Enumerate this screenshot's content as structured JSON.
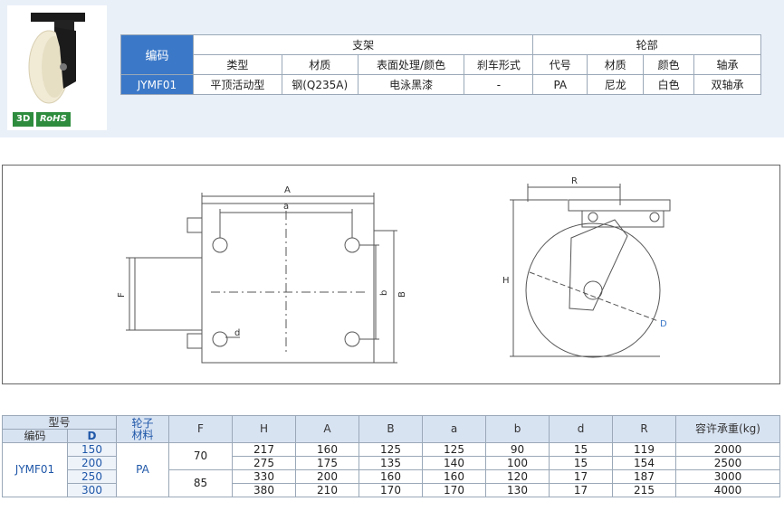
{
  "product": {
    "badges": [
      "3D",
      "RoHS"
    ]
  },
  "spec": {
    "code_header": "编码",
    "bracket_header": "支架",
    "wheel_header": "轮部",
    "columns": [
      "类型",
      "材质",
      "表面处理/颜色",
      "刹车形式",
      "代号",
      "材质",
      "颜色",
      "轴承"
    ],
    "row": {
      "code": "JYMF01",
      "values": [
        "平顶活动型",
        "钢(Q235A)",
        "电泳黑漆",
        "-",
        "PA",
        "尼龙",
        "白色",
        "双轴承"
      ]
    }
  },
  "drawing": {
    "labels": {
      "A": "A",
      "a": "a",
      "F": "F",
      "b": "b",
      "B": "B",
      "d": "d",
      "R": "R",
      "H": "H",
      "D": "D"
    }
  },
  "size_table": {
    "header": {
      "model": "型号",
      "code": "编码",
      "D": "D",
      "wheel_material": "轮子\n材料",
      "F": "F",
      "H": "H",
      "A": "A",
      "B": "B",
      "a": "a",
      "b": "b",
      "d": "d",
      "R": "R",
      "load": "容许承重(kg)"
    },
    "code": "JYMF01",
    "material": "PA",
    "F_values": [
      "70",
      "85"
    ],
    "rows": [
      {
        "D": "150",
        "H": "217",
        "A": "160",
        "B": "125",
        "a": "125",
        "b": "90",
        "d": "15",
        "R": "119",
        "load": "2000"
      },
      {
        "D": "200",
        "H": "275",
        "A": "175",
        "B": "135",
        "a": "140",
        "b": "100",
        "d": "15",
        "R": "154",
        "load": "2500"
      },
      {
        "D": "250",
        "H": "330",
        "A": "200",
        "B": "160",
        "a": "160",
        "b": "120",
        "d": "17",
        "R": "187",
        "load": "3000"
      },
      {
        "D": "300",
        "H": "380",
        "A": "210",
        "B": "170",
        "a": "170",
        "b": "130",
        "d": "17",
        "R": "215",
        "load": "4000"
      }
    ]
  }
}
